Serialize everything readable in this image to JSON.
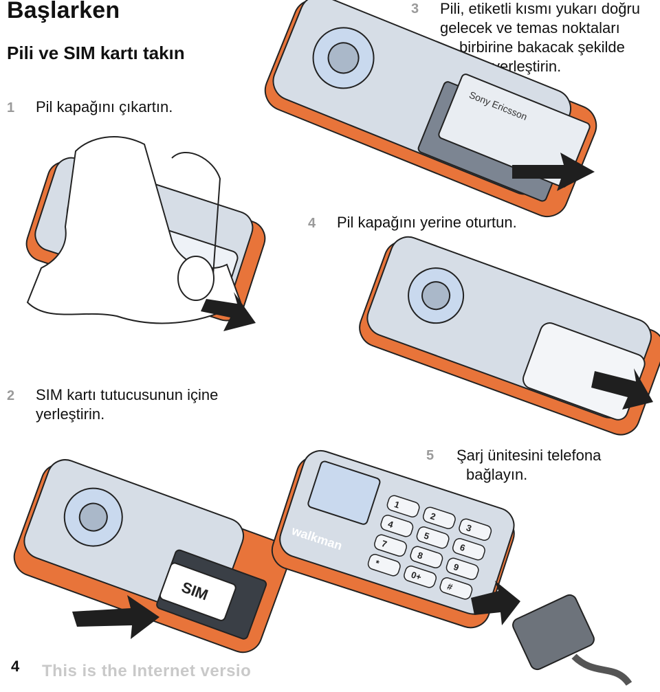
{
  "title": "Başlarken",
  "subtitle": "Pili ve SIM kartı takın",
  "steps": [
    {
      "num": "1",
      "lines": [
        "Pil kapağını çıkartın."
      ]
    },
    {
      "num": "2",
      "lines": [
        "SIM kartı tutucusunun içine",
        "yerleştirin."
      ]
    },
    {
      "num": "3",
      "lines": [
        "Pili, etiketli kısmı yukarı doğru",
        "gelecek ve temas noktaları",
        "birbirine bakacak şekilde",
        "yerleştirin."
      ]
    },
    {
      "num": "4",
      "lines": [
        "Pil kapağını yerine oturtun."
      ]
    },
    {
      "num": "5",
      "lines": [
        "Şarj ünitesini telefona",
        "bağlayın."
      ]
    }
  ],
  "illustrations": {
    "sim_card_label": "SIM",
    "keypad_keys": [
      "1",
      "2",
      "3",
      "4",
      "5",
      "6",
      "7",
      "8",
      "9",
      "*",
      "0+",
      "#"
    ],
    "brand_text": "walkman",
    "battery_label": "Sony Ericsson"
  },
  "footer": {
    "page_number": "4",
    "watermark": "This is the Internet versio"
  },
  "colors": {
    "phone_orange": "#e8743a",
    "phone_silver": "#d6dde6",
    "phone_blue_tint": "#c9d9ee",
    "arrow": "#1f1f1f",
    "step_number": "#9a9a9a"
  }
}
